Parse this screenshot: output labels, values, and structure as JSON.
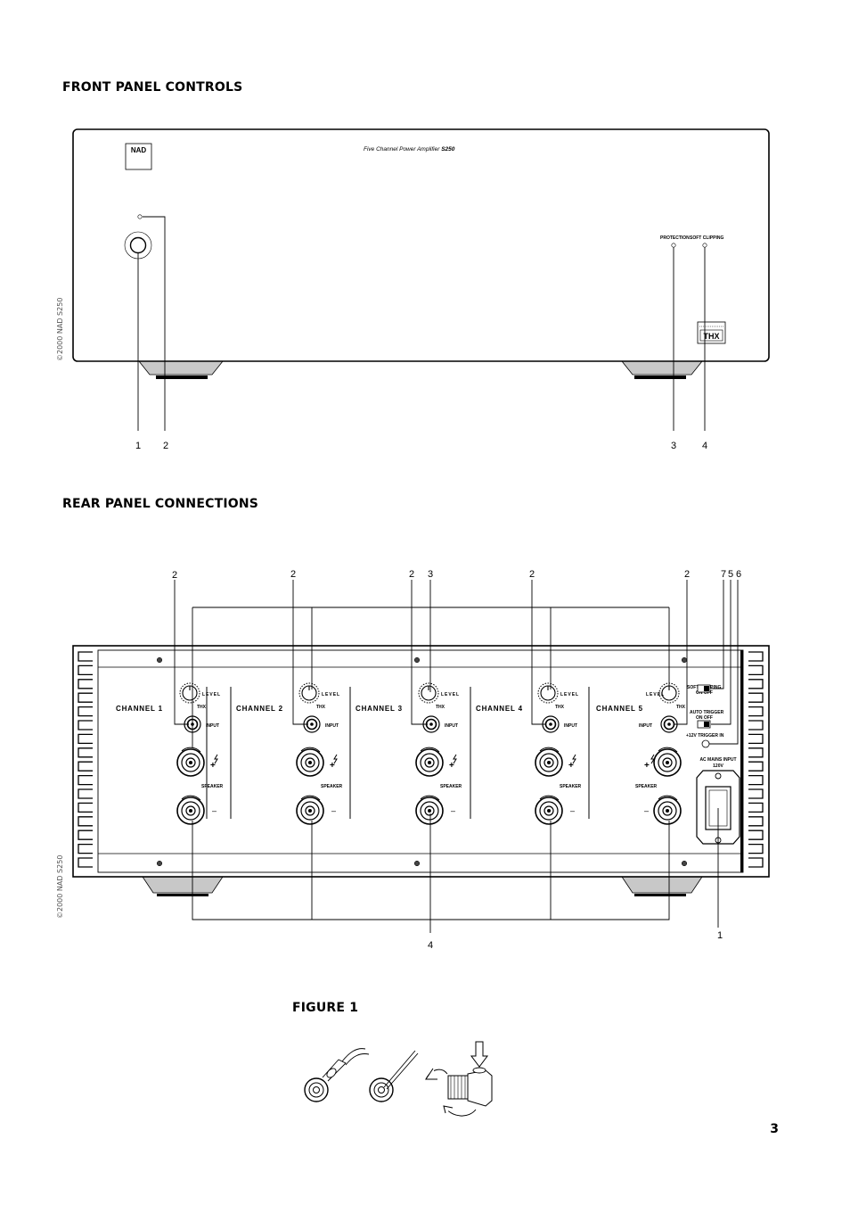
{
  "headings": {
    "front": "FRONT PANEL CONTROLS",
    "rear": "REAR PANEL CONNECTIONS",
    "figure": "FIGURE 1"
  },
  "front_panel": {
    "logo": "NAD",
    "model_prefix": "Five Channel Power Amplifier ",
    "model": "S250",
    "protection_label": "PROTECTION",
    "soft_clipping_label": "SOFT CLIPPING",
    "thx_label": "THX",
    "copyright": "©2000 NAD S250",
    "callouts": [
      "1",
      "2",
      "3",
      "4"
    ]
  },
  "rear_panel": {
    "channels": [
      "CHANNEL 1",
      "CHANNEL 2",
      "CHANNEL 3",
      "CHANNEL 4",
      "CHANNEL 5"
    ],
    "level_label": "LEVEL",
    "thx_label": "THX",
    "input_label": "INPUT",
    "speaker_label": "SPEAKER",
    "plus": "+",
    "minus": "–",
    "soft_clipping": "SOFT CLIPPING",
    "on_off": "ON  OFF",
    "auto_trigger": "AUTO TRIGGER",
    "trigger_in": "+12V TRIGGER IN",
    "ac_mains": "AC MAINS INPUT",
    "voltage": "120V",
    "copyright": "©2000 NAD S250",
    "top_callouts": [
      "2",
      "2",
      "2",
      "3",
      "2",
      "2",
      "7",
      "5",
      "6"
    ],
    "bottom_callouts": [
      "4",
      "1"
    ]
  },
  "page_number": "3"
}
